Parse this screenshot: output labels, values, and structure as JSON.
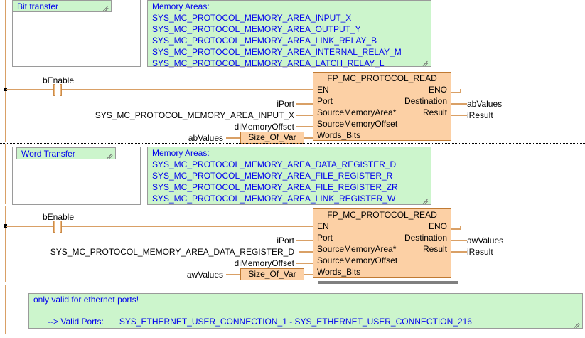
{
  "meta": {
    "editor": "ladder-diagram",
    "colors": {
      "comment_bg": "#ccf5cc",
      "comment_text": "#0000ee",
      "block_bg": "#fcd0a5",
      "block_border": "#c07a33",
      "wire": "#d9a066",
      "rail": "#d9a066",
      "separator": "#000000"
    }
  },
  "networks": [
    {
      "id": "net-1",
      "comment_title": "Bit transfer",
      "memory_areas_header": "Memory Areas:",
      "memory_areas": [
        "SYS_MC_PROTOCOL_MEMORY_AREA_INPUT_X",
        "SYS_MC_PROTOCOL_MEMORY_AREA_OUTPUT_Y",
        "SYS_MC_PROTOCOL_MEMORY_AREA_LINK_RELAY_B",
        "SYS_MC_PROTOCOL_MEMORY_AREA_INTERNAL_RELAY_M",
        "SYS_MC_PROTOCOL_MEMORY_AREA_LATCH_RELAY_L"
      ]
    },
    {
      "id": "net-2",
      "contact_label": "bEnable",
      "block_name": "FP_MC_PROTOCOL_READ",
      "inputs": [
        {
          "pin": "EN",
          "operand": ""
        },
        {
          "pin": "Port",
          "operand": "iPort"
        },
        {
          "pin": "SourceMemoryArea*",
          "operand": "SYS_MC_PROTOCOL_MEMORY_AREA_INPUT_X"
        },
        {
          "pin": "SourceMemoryOffset",
          "operand": "diMemoryOffset"
        },
        {
          "pin": "Words_Bits",
          "operand": "abValues",
          "operand_box": "Size_Of_Var"
        }
      ],
      "outputs": [
        {
          "pin": "ENO",
          "operand": ""
        },
        {
          "pin": "Destination",
          "operand": "abValues"
        },
        {
          "pin": "Result",
          "operand": "iResult"
        }
      ]
    },
    {
      "id": "net-3",
      "comment_title": "Word Transfer",
      "memory_areas_header": "Memory Areas:",
      "memory_areas": [
        "SYS_MC_PROTOCOL_MEMORY_AREA_DATA_REGISTER_D",
        "SYS_MC_PROTOCOL_MEMORY_AREA_FILE_REGISTER_R",
        "SYS_MC_PROTOCOL_MEMORY_AREA_FILE_REGISTER_ZR",
        "SYS_MC_PROTOCOL_MEMORY_AREA_LINK_REGISTER_W"
      ]
    },
    {
      "id": "net-4",
      "contact_label": "bEnable",
      "block_name": "FP_MC_PROTOCOL_READ",
      "inputs": [
        {
          "pin": "EN",
          "operand": ""
        },
        {
          "pin": "Port",
          "operand": "iPort"
        },
        {
          "pin": "SourceMemoryArea*",
          "operand": "SYS_MC_PROTOCOL_MEMORY_AREA_DATA_REGISTER_D"
        },
        {
          "pin": "SourceMemoryOffset",
          "operand": "diMemoryOffset"
        },
        {
          "pin": "Words_Bits",
          "operand": "awValues",
          "operand_box": "Size_Of_Var"
        }
      ],
      "outputs": [
        {
          "pin": "ENO",
          "operand": ""
        },
        {
          "pin": "Destination",
          "operand": "awValues"
        },
        {
          "pin": "Result",
          "operand": "iResult"
        }
      ]
    },
    {
      "id": "net-5",
      "footer_line_1": "only valid for ethernet ports!",
      "footer_line_2_label": "--> Valid Ports:",
      "footer_line_2_value": "SYS_ETHERNET_USER_CONNECTION_1 - SYS_ETHERNET_USER_CONNECTION_216"
    }
  ]
}
